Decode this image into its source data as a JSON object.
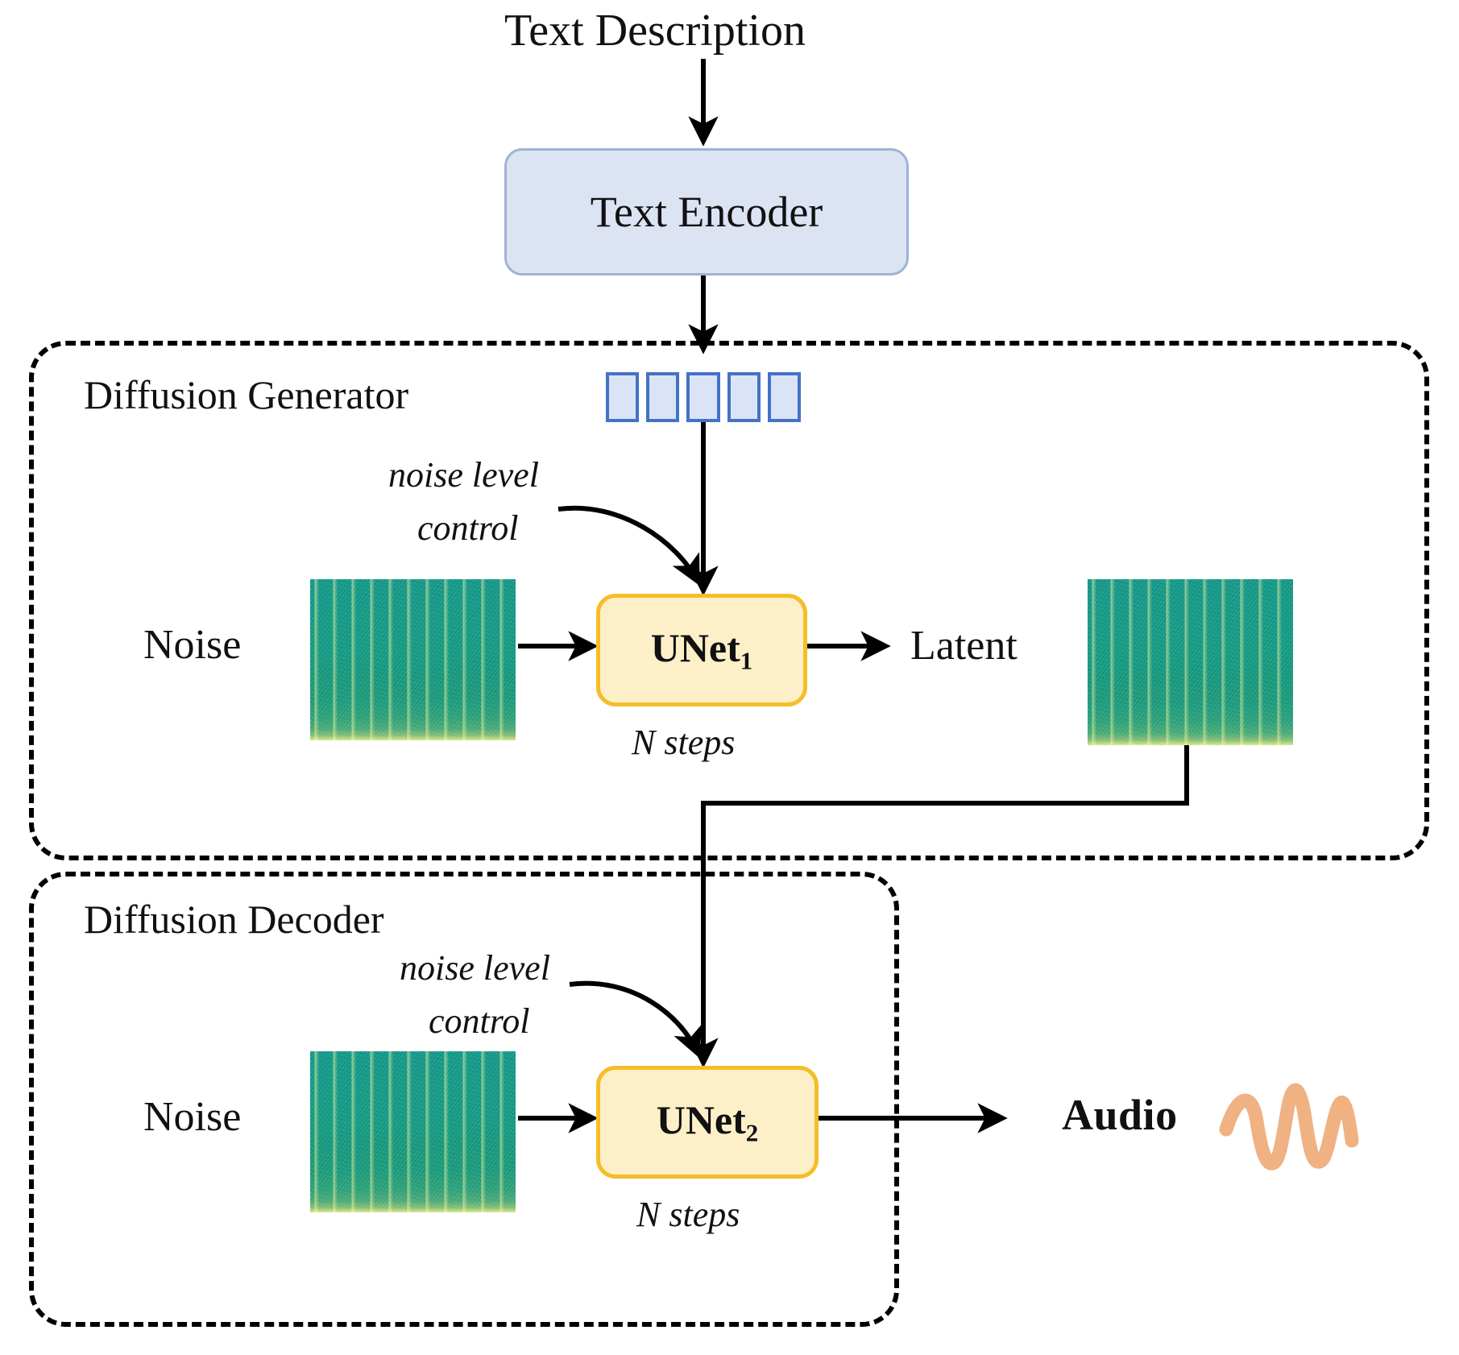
{
  "diagram": {
    "title_input": "Text Description",
    "encoder": {
      "label": "Text Encoder"
    },
    "token_embeddings": {
      "count": 5,
      "name": "text-embedding-tokens"
    },
    "generator": {
      "section_label": "Diffusion Generator",
      "noise_label": "Noise",
      "control_line1": "noise level",
      "control_line2": "control",
      "unet_label": "UNet",
      "unet_subscript": "1",
      "steps_label": "N steps",
      "output_label": "Latent"
    },
    "decoder": {
      "section_label": "Diffusion Decoder",
      "noise_label": "Noise",
      "control_line1": "noise level",
      "control_line2": "control",
      "unet_label": "UNet",
      "unet_subscript": "2",
      "steps_label": "N steps",
      "output_label": "Audio",
      "output_icon": "audio-waveform-icon"
    },
    "colors": {
      "encoder_fill": "#dce3f3",
      "encoder_stroke": "#9fb3d4",
      "token_fill": "#dbe4f6",
      "token_stroke": "#4472c4",
      "unet_fill": "#fdf0c9",
      "unet_stroke": "#f5bd28",
      "waveform": "#f0b183",
      "spectrogram_base": "#1f9e8b",
      "spectrogram_highlight": "#f7ea46",
      "arrow": "#000000",
      "group_border": "#000000"
    }
  }
}
